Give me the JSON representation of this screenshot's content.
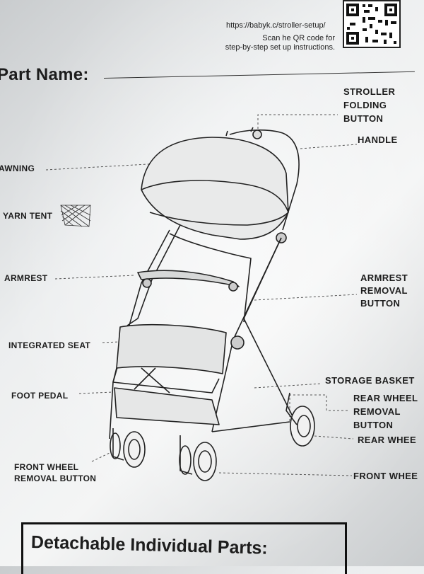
{
  "header": {
    "url": "https://babyk.c/stroller-setup/",
    "qr_text_line1": "Scan he QR code for",
    "qr_text_line2": "step-by-step set up instructions."
  },
  "form": {
    "part_name_label": "Part Name:"
  },
  "labels": {
    "stroller_folding_button_l1": "STROLLER",
    "stroller_folding_button_l2": "FOLDING",
    "stroller_folding_button_l3": "BUTTON",
    "handle": "HANDLE",
    "awning": "AWNING",
    "yarn_tent": "YARN TENT",
    "armrest": "ARMREST",
    "armrest_removal_l1": "ARMREST",
    "armrest_removal_l2": "REMOVAL",
    "armrest_removal_l3": "BUTTON",
    "integrated_seat": "INTEGRATED SEAT",
    "foot_pedal": "FOOT PEDAL",
    "storage_basket": "STORAGE BASKET",
    "rear_wheel_removal_l1": "REAR WHEEL",
    "rear_wheel_removal_l2": "REMOVAL",
    "rear_wheel_removal_l3": "BUTTON",
    "rear_wheel": "REAR WHEE",
    "front_wheel_removal_l1": "FRONT WHEEL",
    "front_wheel_removal_l2": "REMOVAL BUTTON",
    "front_wheel": "FRONT WHEE"
  },
  "footer": {
    "detachable_title": "Detachable Individual Parts:"
  },
  "icons": {
    "qr_code": "qr-code-icon",
    "stroller": "stroller-illustration"
  }
}
